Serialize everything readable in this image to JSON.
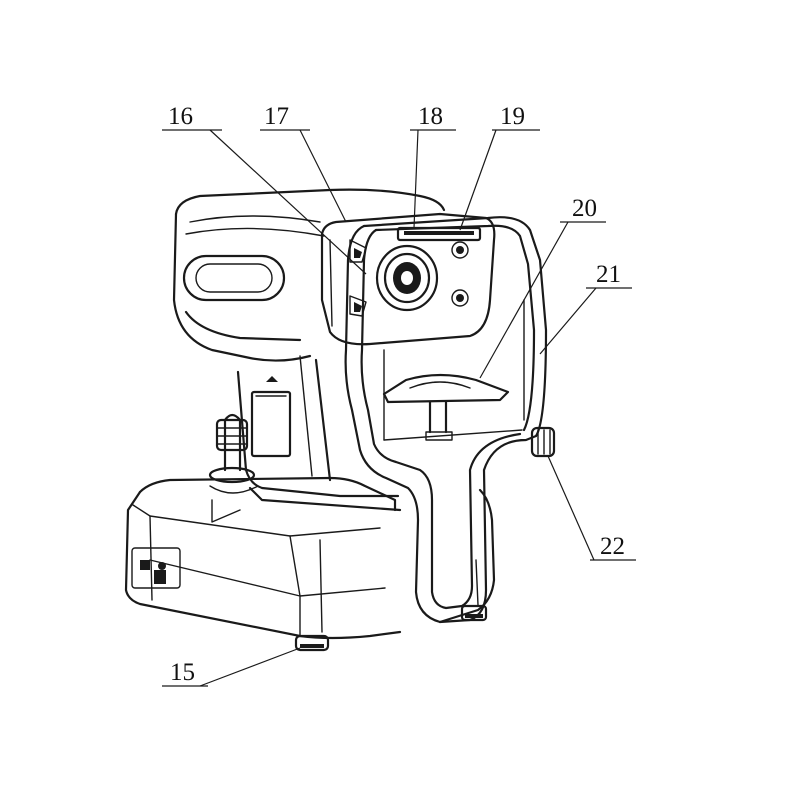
{
  "callouts": [
    {
      "id": "15"
    },
    {
      "id": "16"
    },
    {
      "id": "17"
    },
    {
      "id": "18"
    },
    {
      "id": "19"
    },
    {
      "id": "20"
    },
    {
      "id": "21"
    },
    {
      "id": "22"
    }
  ]
}
